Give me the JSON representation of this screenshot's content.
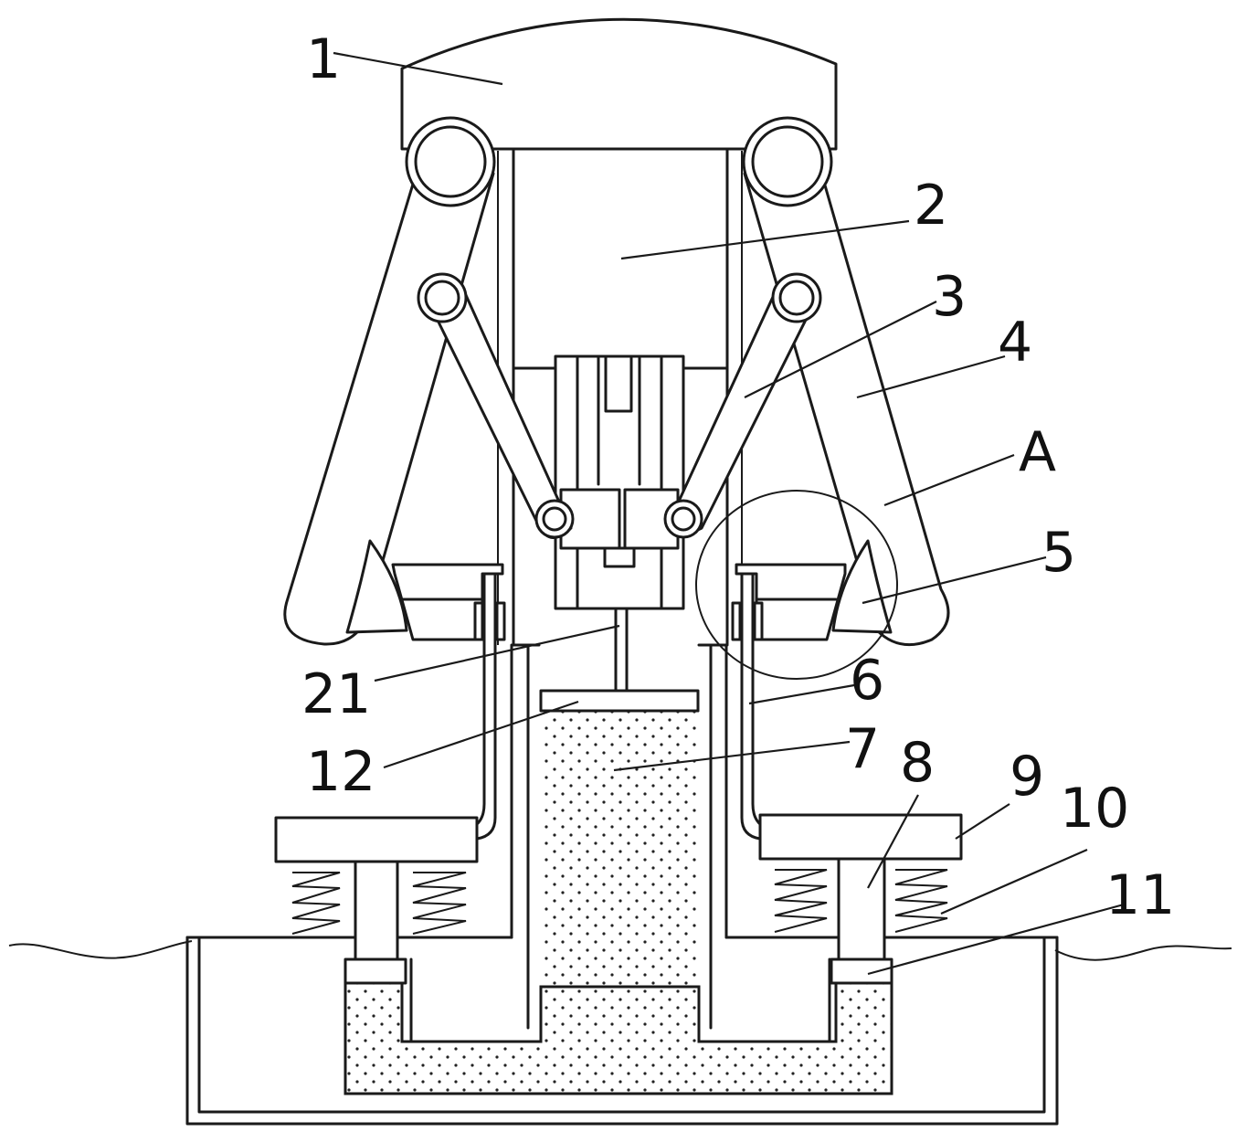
{
  "labels": {
    "l1": "1",
    "l2": "2",
    "l3": "3",
    "l4": "4",
    "lA": "A",
    "l5": "5",
    "l21": "21",
    "l6": "6",
    "l12": "12",
    "l7": "7",
    "l8": "8",
    "l9": "9",
    "l10": "10",
    "l11": "11"
  }
}
